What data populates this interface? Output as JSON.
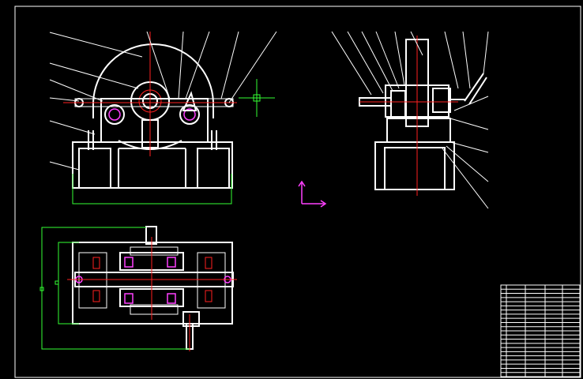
{
  "drawing": {
    "colors": {
      "background": "#000000",
      "outline": "#ffffff",
      "centerline": "#ff2020",
      "hidden": "#ff40ff",
      "dimension": "#33ff33",
      "crosshair": "#33ff33",
      "ucs": "#ff40ff"
    },
    "views": [
      "front-view",
      "side-view",
      "top-view"
    ],
    "title_block": {
      "rows": 22
    }
  }
}
